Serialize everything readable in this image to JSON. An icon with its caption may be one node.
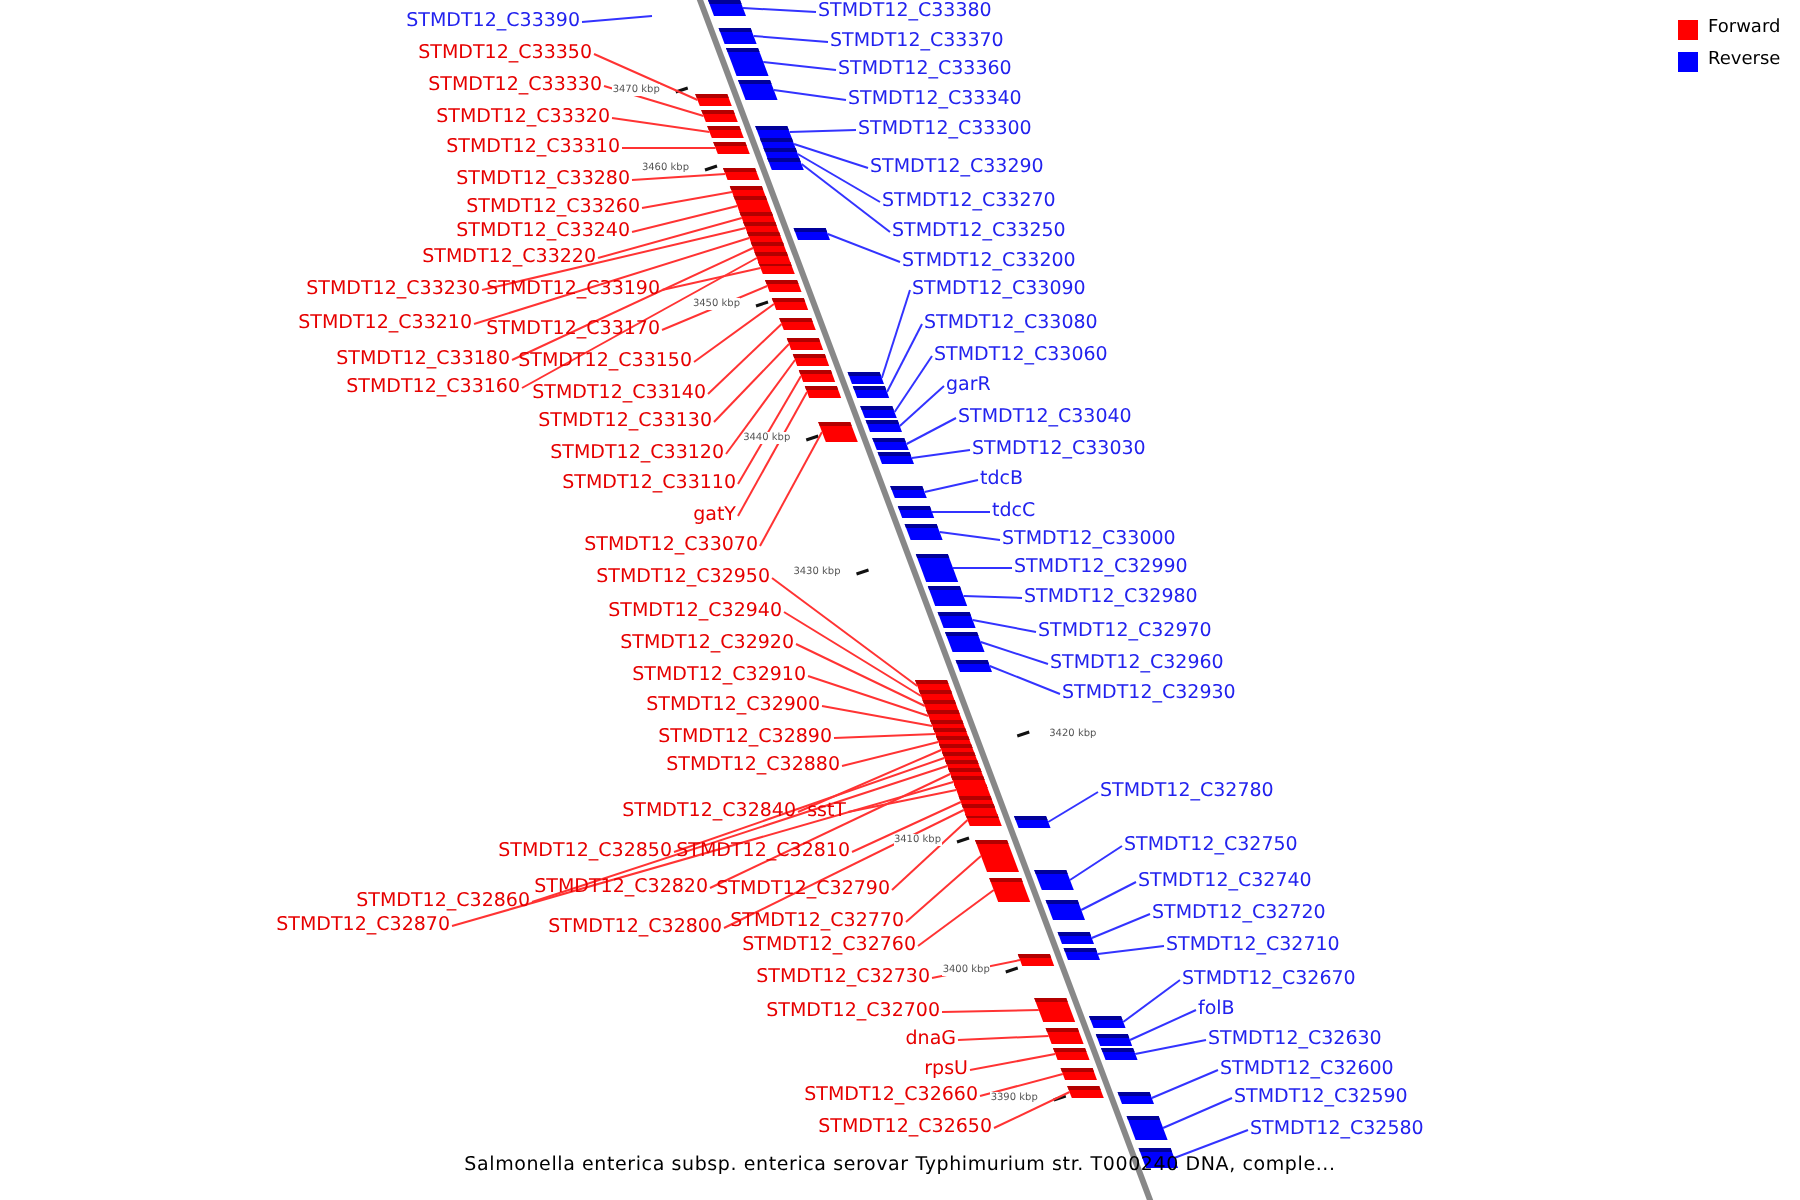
{
  "diagram": {
    "caption": "Salmonella enterica subsp. enterica serovar Typhimurium str. T000240 DNA, comple...",
    "nodes": [
      {
        "text": [
          "STMDT12_C33390"
        ]
      },
      {
        "text": [
          "STMDT12_C33350"
        ]
      },
      {
        "text": [
          "STMDT12_C33330"
        ]
      },
      {
        "text": [
          "STMDT12_C33320"
        ]
      },
      {
        "text": [
          "STMDT12_C33310"
        ]
      },
      {
        "text": [
          "STMDT12_C33280"
        ]
      },
      {
        "text": [
          "STMDT12_C33260"
        ]
      },
      {
        "text": [
          "STMDT12_C33240"
        ]
      },
      {
        "text": [
          "STMDT12_C33220"
        ]
      },
      {
        "text": [
          "STMDT12_C33230"
        ]
      },
      {
        "text": [
          "STMDT12_C33190"
        ]
      },
      {
        "text": [
          "STMDT12_C33210"
        ]
      },
      {
        "text": [
          "STMDT12_C33170"
        ]
      },
      {
        "text": [
          "STMDT12_C33180"
        ]
      },
      {
        "text": [
          "STMDT12_C33150"
        ]
      },
      {
        "text": [
          "STMDT12_C33160"
        ]
      },
      {
        "text": [
          "STMDT12_C33140"
        ]
      },
      {
        "text": [
          "STMDT12_C33130"
        ]
      },
      {
        "text": [
          "STMDT12_C33120"
        ]
      },
      {
        "text": [
          "STMDT12_C33110"
        ]
      },
      {
        "text": [
          "gatY"
        ]
      },
      {
        "text": [
          "STMDT12_C33070"
        ]
      },
      {
        "text": [
          "STMDT12_C32950"
        ]
      },
      {
        "text": [
          "STMDT12_C32940"
        ]
      },
      {
        "text": [
          "STMDT12_C32920"
        ]
      },
      {
        "text": [
          "STMDT12_C32910"
        ]
      },
      {
        "text": [
          "STMDT12_C32900"
        ]
      },
      {
        "text": [
          "STMDT12_C32890"
        ]
      },
      {
        "text": [
          "STMDT12_C32880"
        ]
      },
      {
        "text": [
          "STMDT12_C32840"
        ]
      },
      {
        "text": [
          "sstT"
        ]
      },
      {
        "text": [
          "STMDT12_C32850"
        ]
      },
      {
        "text": [
          "STMDT12_C32810"
        ]
      },
      {
        "text": [
          "STMDT12_C32860"
        ]
      },
      {
        "text": [
          "STMDT12_C32820"
        ]
      },
      {
        "text": [
          "STMDT12_C32790"
        ]
      },
      {
        "text": [
          "STMDT12_C32870"
        ]
      },
      {
        "text": [
          "STMDT12_C32800"
        ]
      },
      {
        "text": [
          "STMDT12_C32770"
        ]
      },
      {
        "text": [
          "STMDT12_C32760"
        ]
      },
      {
        "text": [
          "STMDT12_C32730"
        ]
      },
      {
        "text": [
          "STMDT12_C32700"
        ]
      },
      {
        "text": [
          "dnaG"
        ]
      },
      {
        "text": [
          "rpsU"
        ]
      },
      {
        "text": [
          "STMDT12_C32660"
        ]
      },
      {
        "text": [
          "STMDT12_C32650"
        ]
      },
      {
        "text": [
          "STMDT12_C33380"
        ]
      },
      {
        "text": [
          "STMDT12_C33370"
        ]
      },
      {
        "text": [
          "STMDT12_C33360"
        ]
      },
      {
        "text": [
          "STMDT12_C33340"
        ]
      },
      {
        "text": [
          "STMDT12_C33300"
        ]
      },
      {
        "text": [
          "STMDT12_C33290"
        ]
      },
      {
        "text": [
          "STMDT12_C33270"
        ]
      },
      {
        "text": [
          "STMDT12_C33250"
        ]
      },
      {
        "text": [
          "STMDT12_C33200"
        ]
      },
      {
        "text": [
          "STMDT12_C33090"
        ]
      },
      {
        "text": [
          "STMDT12_C33080"
        ]
      },
      {
        "text": [
          "STMDT12_C33060"
        ]
      },
      {
        "text": [
          "garR"
        ]
      },
      {
        "text": [
          "STMDT12_C33040"
        ]
      },
      {
        "text": [
          "STMDT12_C33030"
        ]
      },
      {
        "text": [
          "tdcB"
        ]
      },
      {
        "text": [
          "tdcC"
        ]
      },
      {
        "text": [
          "STMDT12_C33000"
        ]
      },
      {
        "text": [
          "STMDT12_C32990"
        ]
      },
      {
        "text": [
          "STMDT12_C32980"
        ]
      },
      {
        "text": [
          "STMDT12_C32970"
        ]
      },
      {
        "text": [
          "STMDT12_C32960"
        ]
      },
      {
        "text": [
          "STMDT12_C32930"
        ]
      },
      {
        "text": [
          "STMDT12_C32780"
        ]
      },
      {
        "text": [
          "STMDT12_C32750"
        ]
      },
      {
        "text": [
          "STMDT12_C32740"
        ]
      },
      {
        "text": [
          "STMDT12_C32720"
        ]
      },
      {
        "text": [
          "STMDT12_C32710"
        ]
      },
      {
        "text": [
          "STMDT12_C32670"
        ]
      },
      {
        "text": [
          "folB"
        ]
      },
      {
        "text": [
          "STMDT12_C32630"
        ]
      },
      {
        "text": [
          "STMDT12_C32600"
        ]
      },
      {
        "text": [
          "STMDT12_C32590"
        ]
      },
      {
        "text": [
          "STMDT12_C32580"
        ]
      },
      {
        "text": [],
        "shape": "box"
      },
      {
        "text": [],
        "shape": "box"
      },
      {
        "text": [],
        "shape": "box"
      },
      {
        "text": [],
        "shape": "box"
      },
      {
        "text": [],
        "shape": "box"
      },
      {
        "text": [],
        "shape": "box"
      },
      {
        "text": [],
        "shape": "box"
      },
      {
        "text": [],
        "shape": "box"
      },
      {
        "text": [],
        "shape": "box"
      },
      {
        "text": [],
        "shape": "box"
      },
      {
        "text": [],
        "shape": "box"
      },
      {
        "text": [],
        "shape": "box"
      },
      {
        "text": [],
        "shape": "box"
      },
      {
        "text": [],
        "shape": "box"
      },
      {
        "text": [],
        "shape": "box"
      },
      {
        "text": [],
        "shape": "box"
      },
      {
        "text": [],
        "shape": "box"
      },
      {
        "text": [],
        "shape": "box"
      },
      {
        "text": [],
        "shape": "box"
      },
      {
        "text": [],
        "shape": "box"
      },
      {
        "text": [],
        "shape": "box"
      },
      {
        "text": [],
        "shape": "box"
      },
      {
        "text": [],
        "shape": "box"
      },
      {
        "text": [],
        "shape": "box"
      },
      {
        "text": [],
        "shape": "box"
      },
      {
        "text": [],
        "shape": "box"
      },
      {
        "text": [],
        "shape": "box"
      },
      {
        "text": [],
        "shape": "box"
      },
      {
        "text": [],
        "shape": "box"
      },
      {
        "text": [],
        "shape": "box"
      },
      {
        "text": [],
        "shape": "box"
      },
      {
        "text": [],
        "shape": "box"
      },
      {
        "text": [],
        "shape": "box"
      },
      {
        "text": [],
        "shape": "box"
      },
      {
        "text": [],
        "shape": "box"
      },
      {
        "text": [],
        "shape": "box"
      },
      {
        "text": [],
        "shape": "box"
      },
      {
        "text": [],
        "shape": "box"
      },
      {
        "text": [],
        "shape": "box"
      },
      {
        "text": [],
        "shape": "box"
      },
      {
        "text": [],
        "shape": "box"
      },
      {
        "text": [],
        "shape": "box"
      },
      {
        "text": [],
        "shape": "box"
      },
      {
        "text": [],
        "shape": "box"
      },
      {
        "text": [],
        "shape": "box"
      },
      {
        "text": [],
        "shape": "box"
      },
      {
        "text": [],
        "shape": "box"
      },
      {
        "text": [],
        "shape": "box"
      },
      {
        "text": [],
        "shape": "box"
      },
      {
        "text": [],
        "shape": "box"
      },
      {
        "text": [],
        "shape": "box"
      },
      {
        "text": [],
        "shape": "box"
      },
      {
        "text": [],
        "shape": "box"
      },
      {
        "text": [],
        "shape": "box"
      },
      {
        "text": [],
        "shape": "box"
      },
      {
        "text": [],
        "shape": "box"
      },
      {
        "text": [],
        "shape": "box"
      },
      {
        "text": [],
        "shape": "box"
      },
      {
        "text": [],
        "shape": "box"
      },
      {
        "text": [],
        "shape": "box"
      },
      {
        "text": [],
        "shape": "box"
      },
      {
        "text": [],
        "shape": "box"
      },
      {
        "text": [],
        "shape": "box"
      },
      {
        "text": [],
        "shape": "box"
      },
      {
        "text": [],
        "shape": "box"
      },
      {
        "text": [],
        "shape": "box"
      },
      {
        "text": [],
        "shape": "box"
      },
      {
        "text": [],
        "shape": "box"
      },
      {
        "text": [],
        "shape": "box"
      },
      {
        "text": [],
        "shape": "box"
      },
      {
        "text": [],
        "shape": "box"
      },
      {
        "text": [],
        "shape": "box"
      },
      {
        "text": [],
        "shape": "box"
      },
      {
        "text": [],
        "shape": "box"
      },
      {
        "text": [],
        "shape": "box"
      },
      {
        "text": [],
        "shape": "box"
      },
      {
        "text": [],
        "shape": "box"
      },
      {
        "text": [],
        "shape": "box"
      },
      {
        "text": [],
        "shape": "box"
      }
    ],
    "edges": [
      {
        "from": 0,
        "to": null,
        "arrow": "none",
        "color": "#3333ff"
      },
      {
        "from": 1,
        "to": 80,
        "arrow": "none"
      },
      {
        "from": 2,
        "to": 81,
        "arrow": "none"
      },
      {
        "from": 3,
        "to": 82,
        "arrow": "none"
      },
      {
        "from": 4,
        "to": 83,
        "arrow": "none"
      },
      {
        "from": 5,
        "to": 84,
        "arrow": "none"
      },
      {
        "from": 6,
        "to": 85,
        "arrow": "none"
      },
      {
        "from": 7,
        "to": 86,
        "arrow": "none"
      },
      {
        "from": 8,
        "to": 87,
        "arrow": "none"
      },
      {
        "from": 9,
        "to": 88,
        "arrow": "none"
      },
      {
        "from": 10,
        "to": 89,
        "arrow": "none"
      },
      {
        "from": 11,
        "to": 90,
        "arrow": "none"
      },
      {
        "from": 12,
        "to": 91,
        "arrow": "none"
      },
      {
        "from": 13,
        "to": 92,
        "arrow": "none"
      },
      {
        "from": 14,
        "to": 93,
        "arrow": "none"
      },
      {
        "from": 15,
        "to": 94,
        "arrow": "none"
      },
      {
        "from": 16,
        "to": 95,
        "arrow": "none"
      },
      {
        "from": 17,
        "to": 96,
        "arrow": "none"
      },
      {
        "from": 18,
        "to": 97,
        "arrow": "none"
      },
      {
        "from": 19,
        "to": 98,
        "arrow": "none"
      },
      {
        "from": 20,
        "to": 99,
        "arrow": "none"
      },
      {
        "from": 21,
        "to": 100,
        "arrow": "none"
      },
      {
        "from": 22,
        "to": 101,
        "arrow": "none"
      },
      {
        "from": 23,
        "to": 102,
        "arrow": "none"
      },
      {
        "from": 24,
        "to": 103,
        "arrow": "none"
      },
      {
        "from": 25,
        "to": 104,
        "arrow": "none"
      },
      {
        "from": 26,
        "to": 105,
        "arrow": "none"
      },
      {
        "from": 27,
        "to": 106,
        "arrow": "none"
      },
      {
        "from": 28,
        "to": 107,
        "arrow": "none"
      },
      {
        "from": 29,
        "to": 108,
        "arrow": "none"
      },
      {
        "from": 30,
        "to": 109,
        "arrow": "none"
      },
      {
        "from": 31,
        "to": 110,
        "arrow": "none"
      },
      {
        "from": 32,
        "to": 111,
        "arrow": "none"
      },
      {
        "from": 33,
        "to": 112,
        "arrow": "none"
      },
      {
        "from": 34,
        "to": 113,
        "arrow": "none"
      },
      {
        "from": 35,
        "to": 114,
        "arrow": "none"
      },
      {
        "from": 36,
        "to": 115,
        "arrow": "none"
      },
      {
        "from": 37,
        "to": 116,
        "arrow": "none"
      },
      {
        "from": 38,
        "to": 117,
        "arrow": "none"
      },
      {
        "from": 39,
        "to": 118,
        "arrow": "none"
      },
      {
        "from": 40,
        "to": 119,
        "arrow": "none"
      },
      {
        "from": 41,
        "to": 120,
        "arrow": "none"
      },
      {
        "from": 42,
        "to": 121,
        "arrow": "none"
      },
      {
        "from": 43,
        "to": 122,
        "arrow": "none"
      },
      {
        "from": 44,
        "to": 123,
        "arrow": "none"
      },
      {
        "from": 45,
        "to": 124,
        "arrow": "none"
      },
      {
        "from": 46,
        "to": 125,
        "arrow": "none",
        "color": "#3333ff"
      },
      {
        "from": 47,
        "to": 126,
        "arrow": "none",
        "color": "#3333ff"
      },
      {
        "from": 48,
        "to": 127,
        "arrow": "none",
        "color": "#3333ff"
      },
      {
        "from": 49,
        "to": 128,
        "arrow": "none",
        "color": "#3333ff"
      },
      {
        "from": 50,
        "to": 129,
        "arrow": "none",
        "color": "#3333ff"
      },
      {
        "from": 51,
        "to": 130,
        "arrow": "none",
        "color": "#3333ff"
      },
      {
        "from": 52,
        "to": 131,
        "arrow": "none",
        "color": "#3333ff"
      },
      {
        "from": 53,
        "to": 132,
        "arrow": "none",
        "color": "#3333ff"
      },
      {
        "from": 54,
        "to": 133,
        "arrow": "none",
        "color": "#3333ff"
      },
      {
        "from": 55,
        "to": 134,
        "arrow": "none",
        "color": "#3333ff"
      },
      {
        "from": 56,
        "to": 135,
        "arrow": "none",
        "color": "#3333ff"
      },
      {
        "from": 57,
        "to": 136,
        "arrow": "none",
        "color": "#3333ff"
      },
      {
        "from": 58,
        "to": 137,
        "arrow": "none",
        "color": "#3333ff"
      },
      {
        "from": 59,
        "to": 138,
        "arrow": "none",
        "color": "#3333ff"
      },
      {
        "from": 60,
        "to": 139,
        "arrow": "none",
        "color": "#3333ff"
      },
      {
        "from": 61,
        "to": 140,
        "arrow": "none",
        "color": "#3333ff"
      },
      {
        "from": 62,
        "to": 141,
        "arrow": "none",
        "color": "#3333ff"
      },
      {
        "from": 63,
        "to": 142,
        "arrow": "none",
        "color": "#3333ff"
      },
      {
        "from": 64,
        "to": 143,
        "arrow": "none",
        "color": "#3333ff"
      },
      {
        "from": 65,
        "to": 144,
        "arrow": "none",
        "color": "#3333ff"
      },
      {
        "from": 66,
        "to": 145,
        "arrow": "none",
        "color": "#3333ff"
      },
      {
        "from": 67,
        "to": 146,
        "arrow": "none",
        "color": "#3333ff"
      },
      {
        "from": 68,
        "to": 147,
        "arrow": "none",
        "color": "#3333ff"
      },
      {
        "from": 69,
        "to": 148,
        "arrow": "none",
        "color": "#3333ff"
      },
      {
        "from": 70,
        "to": 149,
        "arrow": "none",
        "color": "#3333ff"
      },
      {
        "from": 71,
        "to": 150,
        "arrow": "none",
        "color": "#3333ff"
      },
      {
        "from": 72,
        "to": 151,
        "arrow": "none",
        "color": "#3333ff"
      },
      {
        "from": 73,
        "to": 152,
        "arrow": "none",
        "color": "#3333ff"
      },
      {
        "from": 74,
        "to": 153,
        "arrow": "none",
        "color": "#3333ff"
      },
      {
        "from": 75,
        "to": 154,
        "arrow": "none",
        "color": "#3333ff"
      },
      {
        "from": 76,
        "to": 155,
        "arrow": "none",
        "color": "#3333ff"
      },
      {
        "from": 77,
        "to": 156,
        "arrow": "none",
        "color": "#3333ff"
      },
      {
        "from": 78,
        "to": 157,
        "arrow": "none",
        "color": "#3333ff"
      },
      {
        "from": 79,
        "to": 158,
        "arrow": "none",
        "color": "#3333ff"
      }
    ],
    "labels": [
      "3470 kbp",
      "3460 kbp",
      "3450 kbp",
      "3440 kbp",
      "3430 kbp",
      "3420 kbp",
      "3410 kbp",
      "3400 kbp",
      "3390 kbp"
    ],
    "legend": [
      {
        "text": "Forward",
        "color": "#ff0000"
      },
      {
        "text": "Reverse",
        "color": "#0000ff"
      }
    ]
  }
}
